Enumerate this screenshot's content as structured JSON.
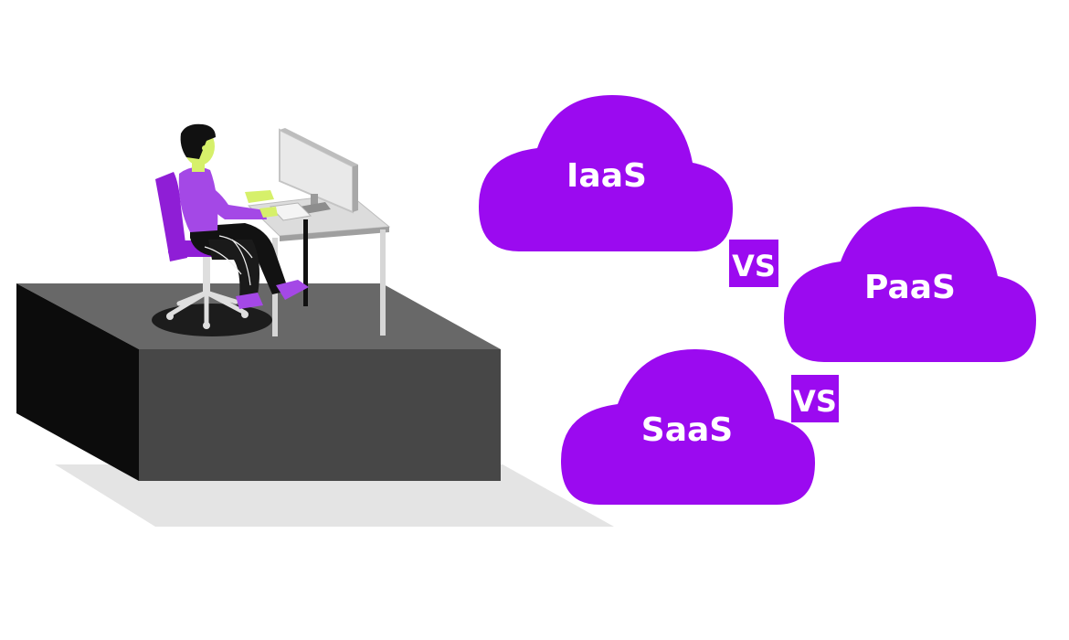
{
  "clouds": {
    "iaas": "IaaS",
    "paas": "PaaS",
    "saas": "SaaS"
  },
  "versus": {
    "first": "VS",
    "second": "VS"
  },
  "colors": {
    "purple": "#9B0AF0",
    "platform_top": "#686868",
    "platform_front": "#474747",
    "platform_side": "#0c0c0c",
    "shadow": "#e4e4e4",
    "skin": "#d6f06a",
    "shirt": "#a448e6",
    "chair": "#8f1ed6"
  },
  "icons": [
    "person-at-desk-icon",
    "computer-monitor-icon",
    "keyboard-icon",
    "office-chair-icon"
  ]
}
